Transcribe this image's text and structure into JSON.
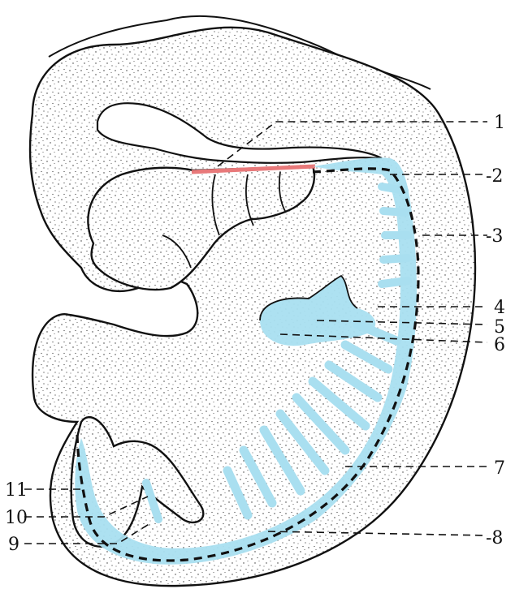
{
  "figure": {
    "labels": [
      {
        "id": "1",
        "text": "1"
      },
      {
        "id": "2",
        "text": "-2"
      },
      {
        "id": "3",
        "text": "-3"
      },
      {
        "id": "4",
        "text": "4"
      },
      {
        "id": "5",
        "text": "5"
      },
      {
        "id": "6",
        "text": "6"
      },
      {
        "id": "7",
        "text": "7"
      },
      {
        "id": "8",
        "text": "-8"
      },
      {
        "id": "9",
        "text": "9"
      },
      {
        "id": "10",
        "text": "10"
      },
      {
        "id": "11",
        "text": "11"
      }
    ],
    "colors": {
      "neural_tissue": "#a9dff0",
      "red_line": "#e8797a",
      "ink": "#111111"
    }
  }
}
